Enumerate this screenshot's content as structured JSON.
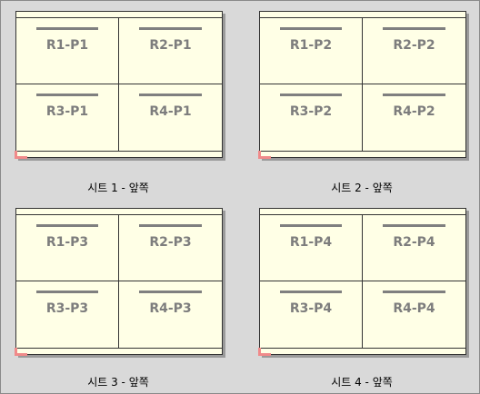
{
  "sheets": [
    {
      "caption": "시트 1 - 앞쪽",
      "cells": [
        "R1-P1",
        "R2-P1",
        "R3-P1",
        "R4-P1"
      ]
    },
    {
      "caption": "시트 2 - 앞쪽",
      "cells": [
        "R1-P2",
        "R2-P2",
        "R3-P2",
        "R4-P2"
      ]
    },
    {
      "caption": "시트 3 - 앞쪽",
      "cells": [
        "R1-P3",
        "R2-P3",
        "R3-P3",
        "R4-P3"
      ]
    },
    {
      "caption": "시트 4 - 앞쪽",
      "cells": [
        "R1-P4",
        "R2-P4",
        "R3-P4",
        "R4-P4"
      ]
    }
  ],
  "colors": {
    "sheet_fill": "#ffffe6",
    "label_gray": "#7d7d7d",
    "corner_mark": "#f08a8a",
    "background": "#d9d9d9"
  }
}
